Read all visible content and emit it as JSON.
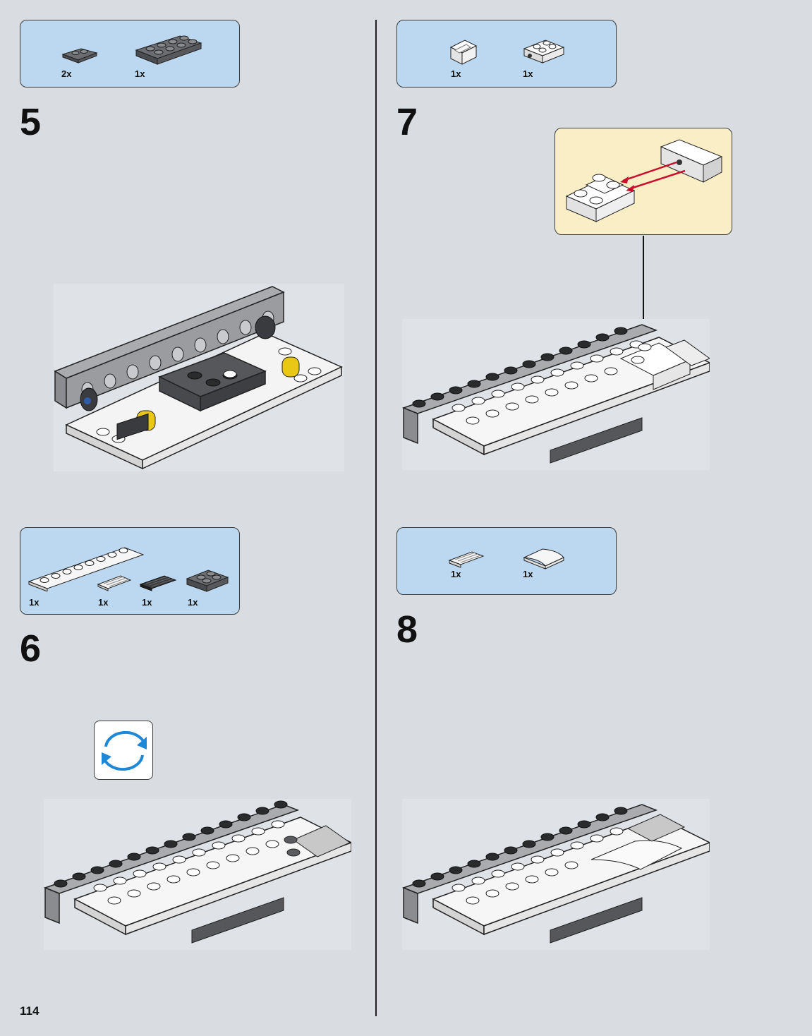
{
  "page": {
    "number": "114"
  },
  "steps": [
    {
      "number": "5",
      "parts": [
        {
          "qty": "2x"
        },
        {
          "qty": "1x"
        }
      ]
    },
    {
      "number": "6",
      "parts": [
        {
          "qty": "1x"
        },
        {
          "qty": "1x"
        },
        {
          "qty": "1x"
        },
        {
          "qty": "1x"
        }
      ]
    },
    {
      "number": "7",
      "parts": [
        {
          "qty": "1x"
        },
        {
          "qty": "1x"
        }
      ]
    },
    {
      "number": "8",
      "parts": [
        {
          "qty": "1x"
        },
        {
          "qty": "1x"
        }
      ]
    }
  ],
  "icons": {
    "rotate": "rotate-model-icon",
    "arrow": "down-arrow-icon"
  },
  "colors": {
    "parts_bg": "#bcd8f0",
    "callout_bg": "#faeec6",
    "page_bg": "#d9dde2",
    "arrow_red": "#c8102e"
  }
}
